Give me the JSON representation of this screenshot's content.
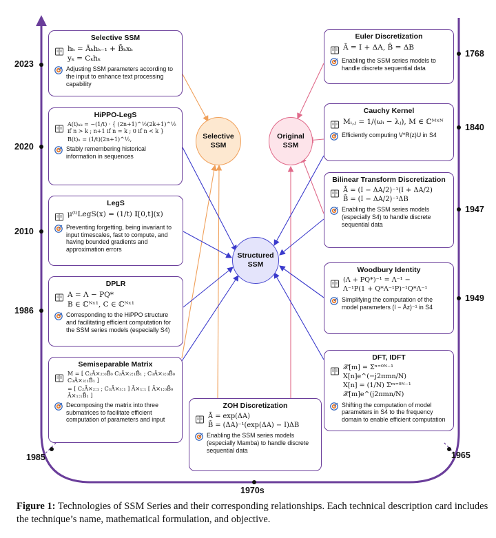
{
  "years": {
    "y2023": "2023",
    "y2020": "2020",
    "y2010": "2010",
    "y1986": "1986",
    "y1985": "1985",
    "y1970s": "1970s",
    "y1965": "1965",
    "y1768": "1768",
    "y1840": "1840",
    "y1947": "1947",
    "y1949": "1949"
  },
  "nodes": {
    "selective": "Selective SSM",
    "original": "Original SSM",
    "structured": "Structured SSM"
  },
  "cards": {
    "selective_ssm": {
      "title": "Selective SSM",
      "f1": "hₖ = Āₖhₖ₋₁ + B̄ₖxₖ",
      "f2": "yₖ = Cₖhₖ",
      "objective": "Adjusting SSM parameters according to the input to enhance text processing capability"
    },
    "hippo": {
      "title": "HiPPO-LegS",
      "f1": "A(t)ₙₖ = −(1/t) · { (2n+1)^½(2k+1)^½ if n > k ; n+1 if n = k ; 0 if n < k }",
      "f2": "B(t)ₙ = (1/t)(2n+1)^½,",
      "objective": "Stably remembering historical information in sequences"
    },
    "legs": {
      "title": "LegS",
      "f1": "μ⁽ᵗ⁾LegS(x) = (1/t) 𝕀[0,t](x)",
      "objective": "Preventing forgetting, being invariant to input timescales, fast to compute, and having bounded gradients and approximation errors"
    },
    "dplr": {
      "title": "DPLR",
      "f1": "A = Λ − PQ*",
      "f2": "B ∈ ℂᴺˣ¹, C ∈ ℂᴺˣ¹",
      "objective": "Corresponding to the HiPPO structure and facilitating efficient computation for the SSM series models (especially S4)"
    },
    "semisep": {
      "title": "Semiseparable Matrix",
      "f1": "M = [ C₂Ā×₂:₀B̄₀  C₂Ā×₂:₁B̄₁ ; C₃Ā×₃:₀B̄₀  C₃Ā×₃:₁B̄₁ ]",
      "f2": "= [ C₂Ā×₂:₁ ; C₃Ā×₃:₁ ] Ā×₁:₁ [ Ā×₁:₀B̄₀  Ā×₁:₁B̄₁ ]",
      "objective": "Decomposing the matrix into three submatrices to facilitate efficient computation of parameters and input"
    },
    "zoh": {
      "title": "ZOH Discretization",
      "f1": "Ā = exp(ΔA)",
      "f2": "B̄ = (ΔA)⁻¹(exp(ΔA) − I)ΔB",
      "objective": "Enabling the SSM series models (especially Mamba) to handle discrete sequential data"
    },
    "euler": {
      "title": "Euler Discretization",
      "f1": "Ā = I + ΔA,   B̄ = ΔB",
      "objective": "Enabling the SSM series models to handle discrete sequential data"
    },
    "cauchy": {
      "title": "Cauchy Kernel",
      "f1": "Mᵢ,ⱼ = 1/(ωᵢ − λⱼ), M ∈ ℂᴹˣᴺ",
      "objective": "Efficiently computing V*R(z)U in S4"
    },
    "bilinear": {
      "title": "Bilinear Transform Discretization",
      "f1": "Ā = (I − ΔA/2)⁻¹(I + ΔA/2)",
      "f2": "B̄ = (I − ΔA/2)⁻¹ΔB",
      "objective": "Enabling the SSM series models (especially S4) to handle discrete sequential data"
    },
    "woodbury": {
      "title": "Woodbury Identity",
      "f1": "(Λ + PQ*)⁻¹ = Λ⁻¹ −",
      "f2": "Λ⁻¹P(1 + Q*Λ⁻¹P)⁻¹Q*Λ⁻¹",
      "objective": "Simplifying the computation of the model parameters (I − Āz)⁻¹ in S4"
    },
    "dft": {
      "title": "DFT, IDFT",
      "f1": "𝒳̂[m] = Σⁿ⁼⁰ᴺ⁻¹ X[n]e^(−j2πmn/N)",
      "f2": "X[n] = (1/N) Σᵐ⁼⁰ᴺ⁻¹ 𝒳̂[m]e^(j2πmn/N)",
      "objective": "Shifting the computation of model parameters in S4 to the frequency domain to enable efficient computation"
    }
  },
  "caption": {
    "label": "Figure 1:",
    "text": " Technologies of SSM Series and their corresponding relationships. Each technical description card includes the technique’s name, mathematical formulation, and objective."
  },
  "colors": {
    "timeline": "#6a3d9a",
    "selective_fill": "#fde8d0",
    "selective_stroke": "#f0a05a",
    "original_fill": "#fde4ea",
    "original_stroke": "#e06a8a",
    "structured_fill": "#e4e4fb",
    "structured_stroke": "#4a4ad0"
  }
}
